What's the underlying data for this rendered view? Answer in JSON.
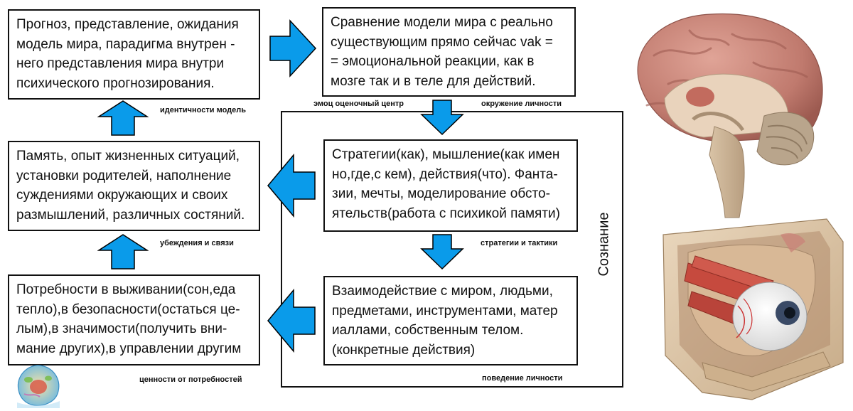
{
  "boxes": {
    "forecast": "Прогноз, представление, ожидания\nмодель мира, парадигма внутрен -\nнего представления мира внутри\nпсихического прогнозирования.",
    "memory": "Память, опыт жизненных ситуаций,\nустановки родителей, наполнение\nсуждениями окружающих и своих\nразмышлений, различных состяний.",
    "needs": "Потребности в выживании(сон,еда\nтепло),в безопасности(остаться це-\nлым),в значимости(получить вни-\nмание других),в управлении другим",
    "comparison": "Сравнение модели мира с реально\nсуществующим прямо сейчас vak =\n= эмоциональной реакции, как в\nмозге так и в теле для действий.",
    "strategies": "Стратегии(как), мышление(как имен\nно,где,с кем), действия(что). Фанта-\nзии, мечты, моделирование обсто-\nятельств(работа с психикой памяти)",
    "interaction": "Взаимодействие с миром, людьми,\nпредметами, инструментами, матер\nиаллами, собственным телом.\n(конкретные действия)"
  },
  "labels": {
    "identity_model": "идентичности модель",
    "beliefs": "убеждения  и связи",
    "values": "ценности от потребностей",
    "emotion_center": "эмоц оценочный центр",
    "environment": "окружение личности",
    "strategies_tactics": "стратегии  и тактики",
    "behavior": "поведение личности",
    "consciousness": "Сознание"
  },
  "colors": {
    "arrow_fill": "#0a9bea",
    "arrow_stroke": "#000000",
    "border": "#111111",
    "brain_cortex": "#c98579",
    "brain_inner": "#e6cdb4",
    "eye_muscle": "#c64a3e",
    "bone": "#dcc3a2"
  },
  "icons": [
    "arrow-right-icon",
    "arrow-down-icon",
    "arrow-up-icon",
    "arrow-left-icon",
    "brain-illustration",
    "eye-orbit-illustration",
    "cell-illustration"
  ]
}
